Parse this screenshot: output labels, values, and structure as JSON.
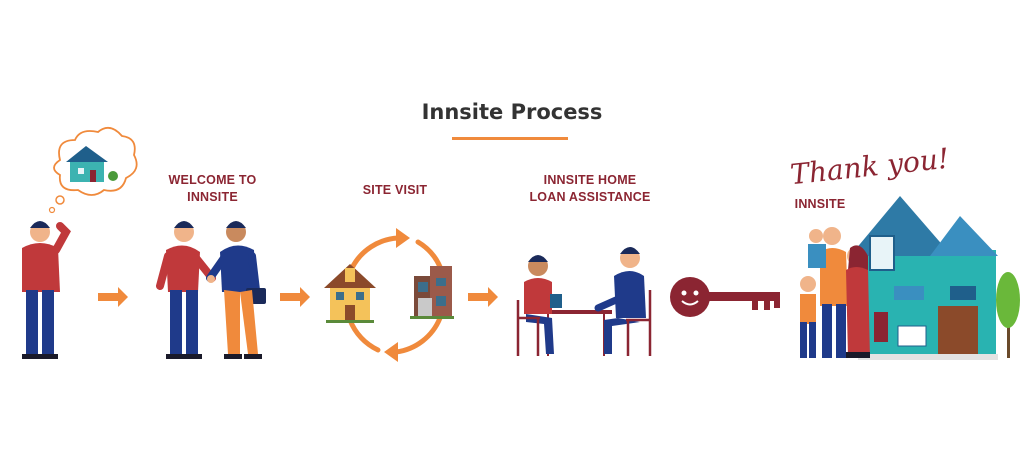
{
  "title": "Innsite Process",
  "steps": [
    {
      "label_line1": "WELCOME TO",
      "label_line2": "INNSITE"
    },
    {
      "label_line1": "SITE VISIT",
      "label_line2": ""
    },
    {
      "label_line1": "INNSITE HOME",
      "label_line2": "LOAN ASSISTANCE"
    },
    {
      "label_line1": "INNSITE",
      "label_line2": ""
    }
  ],
  "thank_you": "Thank you!",
  "colors": {
    "accent_orange": "#f08a3c",
    "label_maroon": "#8b2532",
    "shirt_red": "#c0393b",
    "pants_blue": "#1f3a8a"
  },
  "icons": [
    "thinking-person-icon",
    "thought-bubble-house-icon",
    "handshake-icon",
    "cycle-arrows-icon",
    "house-icon",
    "meeting-icon",
    "key-icon",
    "family-house-icon"
  ]
}
